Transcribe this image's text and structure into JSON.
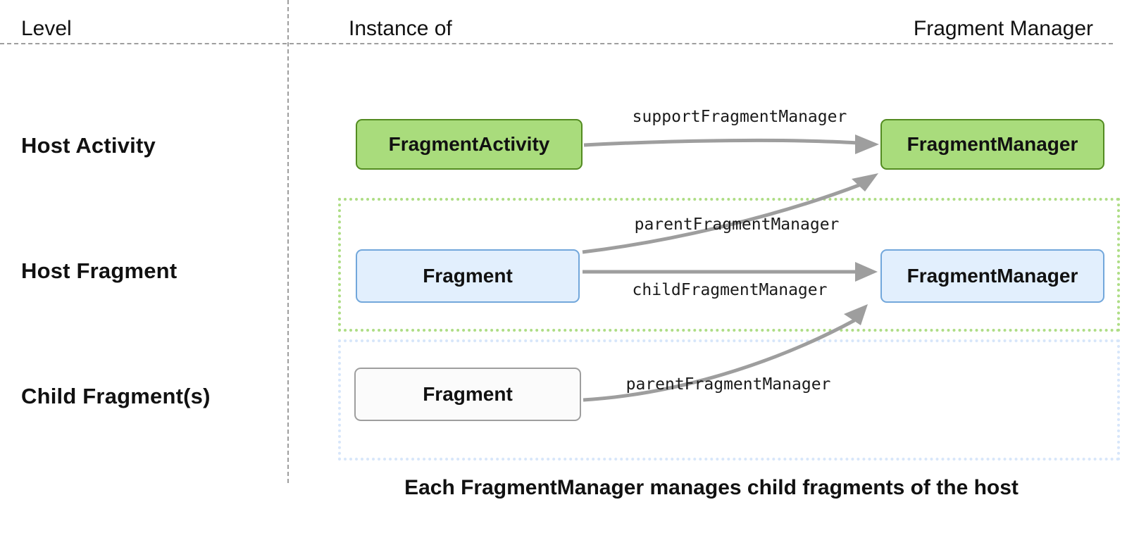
{
  "header": {
    "level": "Level",
    "instance_of": "Instance of",
    "fragment_manager": "Fragment Manager"
  },
  "rows": [
    {
      "label": "Host Activity"
    },
    {
      "label": "Host Fragment"
    },
    {
      "label": "Child Fragment(s)"
    }
  ],
  "boxes": {
    "fragment_activity": "FragmentActivity",
    "activity_fragment_manager": "FragmentManager",
    "host_fragment": "Fragment",
    "fragment_fragment_manager": "FragmentManager",
    "child_fragment": "Fragment"
  },
  "arrows": {
    "support_fragment_manager": "supportFragmentManager",
    "parent_fragment_manager_mid": "parentFragmentManager",
    "child_fragment_manager": "childFragmentManager",
    "parent_fragment_manager_bottom": "parentFragmentManager"
  },
  "caption": "Each FragmentManager manages child fragments of the host",
  "colors": {
    "green_fill": "#a9dc7c",
    "green_border": "#538b21",
    "blue_fill": "#e2effd",
    "blue_border": "#72a7db",
    "plain_fill": "#fbfbfb",
    "plain_border": "#9e9e9e",
    "green_dotted_group": "#aedd85",
    "blue_dotted_group": "#d7e6fa",
    "arrow_gray": "#9e9e9e",
    "divider_dash_gray": "#9e9e9e"
  }
}
